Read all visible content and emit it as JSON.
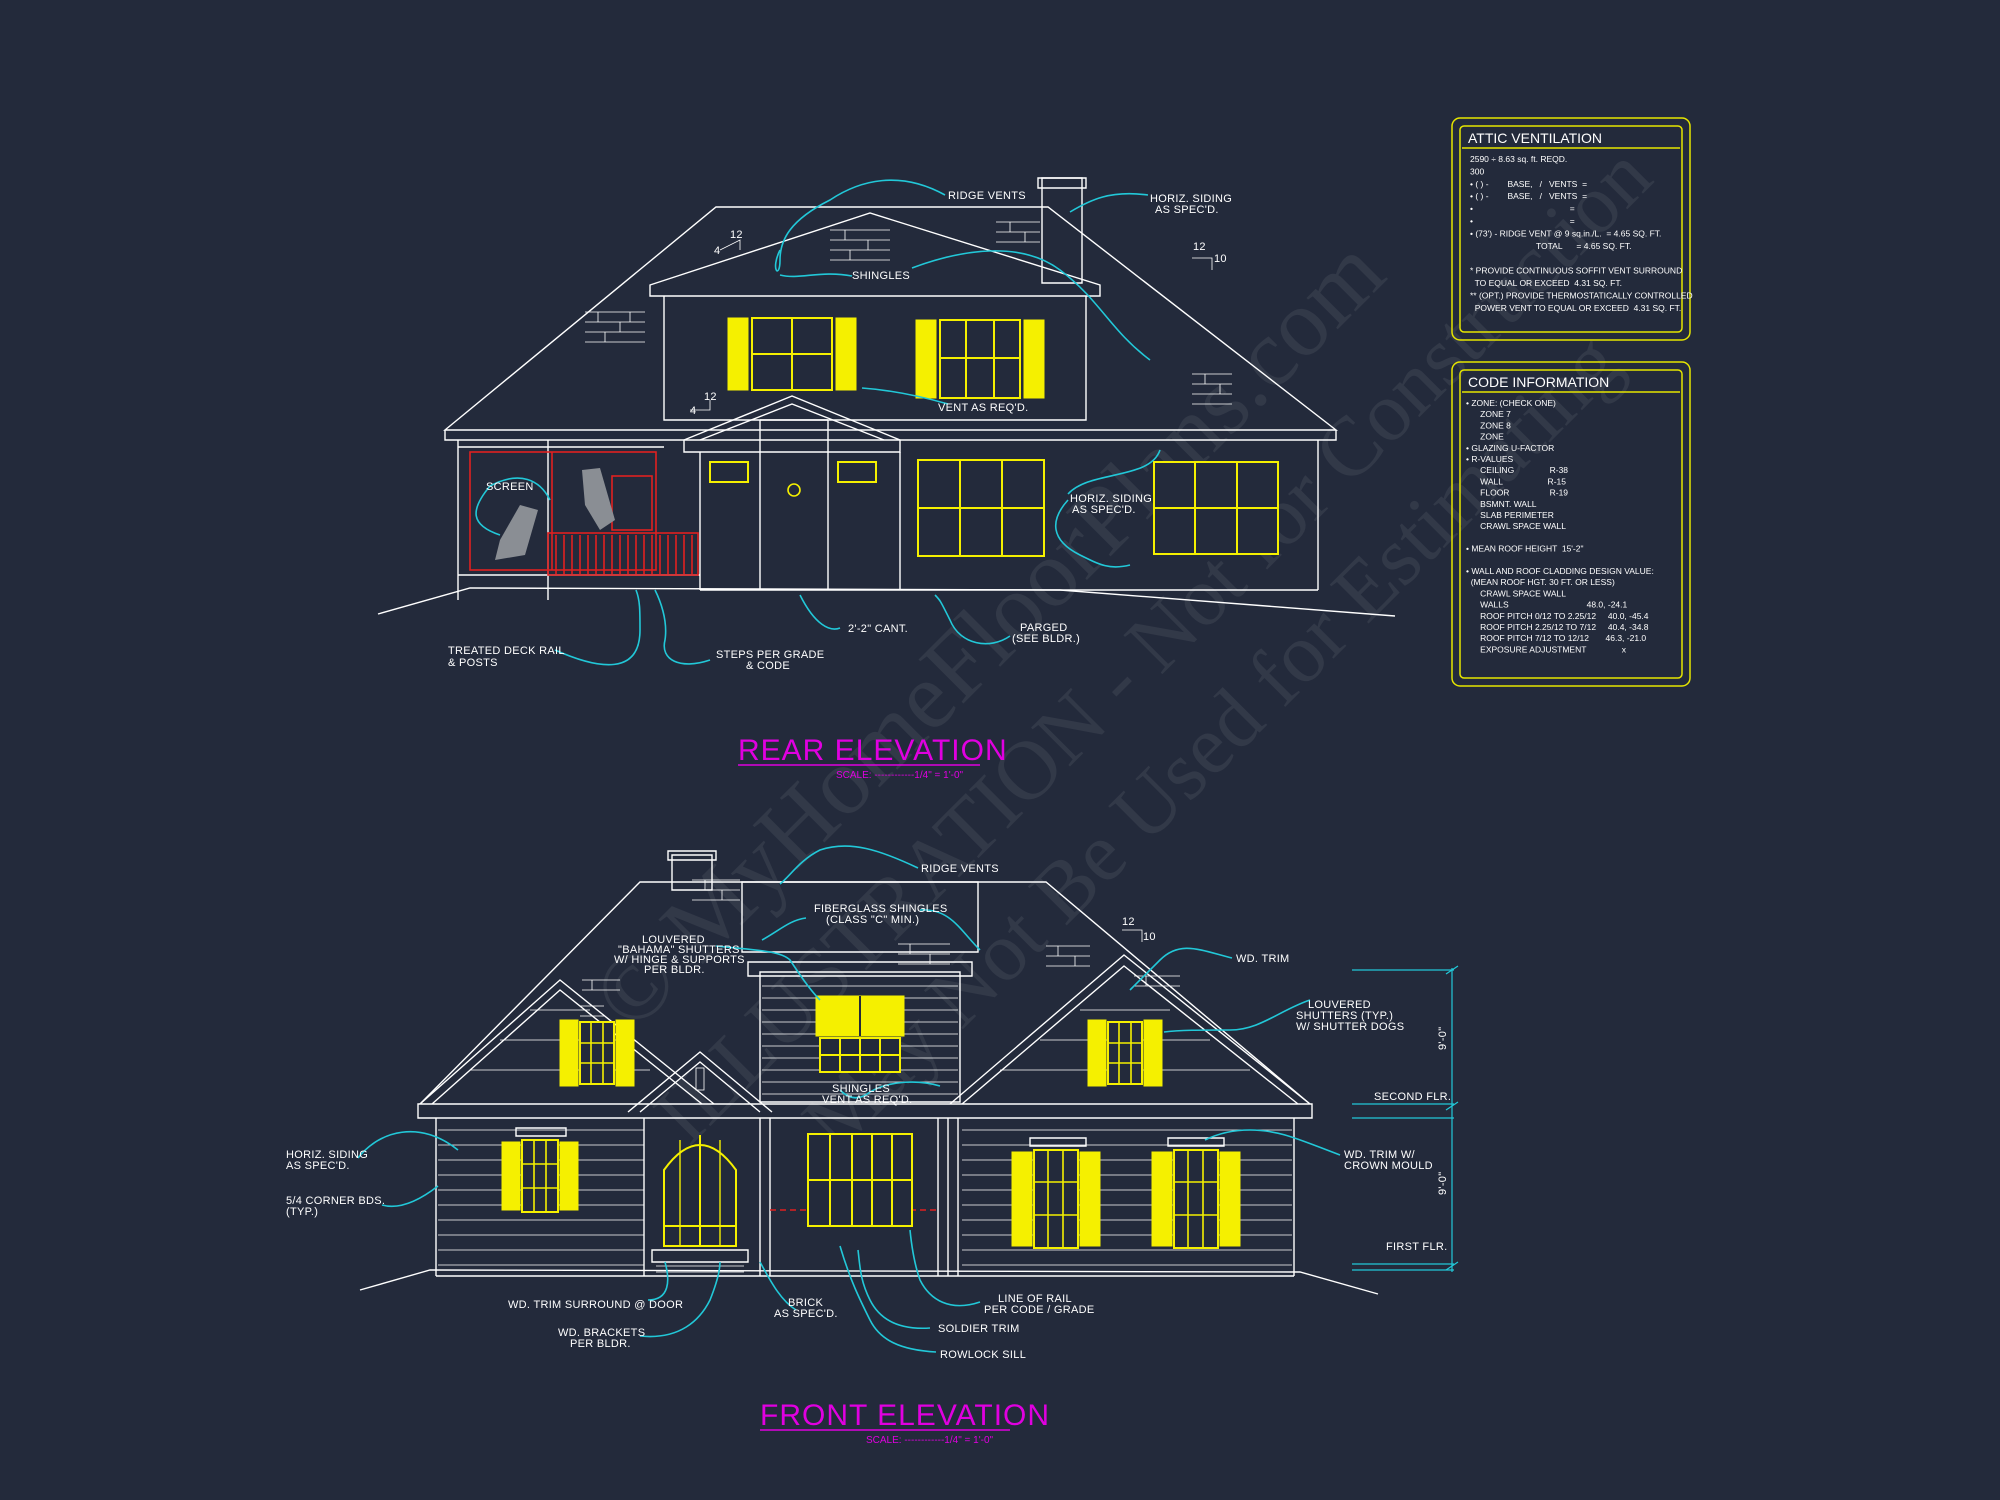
{
  "watermark": {
    "line1": "© MyHomeFloorPlans.com",
    "line2": "ILLUSTRATION - Not for Construction",
    "line3": "May Not Be Used for Estimating"
  },
  "rear_elevation": {
    "title": "REAR ELEVATION",
    "scale": "SCALE: ------------1/4\" = 1'-0\"",
    "labels": {
      "ridge_vents": "RIDGE VENTS",
      "horiz_siding_1": "HORIZ. SIDING",
      "horiz_siding_1b": "AS SPEC'D.",
      "shingles": "SHINGLES",
      "vent": "VENT AS REQ'D.",
      "screen": "SCREEN",
      "horiz_siding_2": "HORIZ. SIDING",
      "horiz_siding_2b": "AS SPEC'D.",
      "cant": "2'-2\" CANT.",
      "parged": "PARGED",
      "parged_b": "(SEE BLDR.)",
      "deck_rail": "TREATED DECK RAIL",
      "deck_rail_b": "& POSTS",
      "steps": "STEPS PER GRADE",
      "steps_b": "& CODE",
      "pitch_a_top": "12",
      "pitch_a_side": "4",
      "pitch_b_top": "12",
      "pitch_b_side": "10",
      "pitch_c_top": "12",
      "pitch_c_side": "4"
    }
  },
  "front_elevation": {
    "title": "FRONT ELEVATION",
    "scale": "SCALE: ------------1/4\" = 1'-0\"",
    "labels": {
      "ridge_vents": "RIDGE VENTS",
      "fiberglass": "FIBERGLASS SHINGLES",
      "fiberglass_b": "(CLASS \"C\" MIN.)",
      "louvered_1": "LOUVERED",
      "louvered_2": "\"BAHAMA\" SHUTTERS",
      "louvered_3": "W/ HINGE & SUPPORTS",
      "louvered_4": "PER BLDR.",
      "wd_trim": "WD. TRIM",
      "lshutters_1": "LOUVERED",
      "lshutters_2": "SHUTTERS (TYP.)",
      "lshutters_3": "W/ SHUTTER DOGS",
      "shingles_1": "SHINGLES",
      "shingles_2": "VENT AS REQ'D.",
      "horiz_siding": "HORIZ. SIDING",
      "horiz_siding_b": "AS SPEC'D.",
      "corner_1": "5/4 CORNER BDS.",
      "corner_2": "(TYP.)",
      "crown_1": "WD. TRIM W/",
      "crown_2": "CROWN MOULD",
      "trim_door": "WD. TRIM SURROUND @ DOOR",
      "brackets_1": "WD. BRACKETS",
      "brackets_2": "PER BLDR.",
      "brick_1": "BRICK",
      "brick_2": "AS SPEC'D.",
      "rail_1": "LINE OF RAIL",
      "rail_2": "PER CODE / GRADE",
      "soldier": "SOLDIER TRIM",
      "rowlock": "ROWLOCK SILL",
      "second_flr": "SECOND FLR.",
      "first_flr": "FIRST FLR.",
      "dim_upper": "9'-0\"",
      "dim_lower": "9'-0\"",
      "pitch_top": "12",
      "pitch_side": "10"
    }
  },
  "attic_ventilation": {
    "title": "ATTIC VENTILATION",
    "lines": [
      "2590 ÷ 8.63 sq. ft. REQD.",
      "300",
      "• ( ) -        BASE,   /   VENTS  =",
      "• ( ) -        BASE,   /   VENTS  =",
      "•                                         =",
      "•                                         =",
      "• (73') - RIDGE VENT @ 9 sq.in./L.  = 4.65 SQ. FT.",
      "                            TOTAL      = 4.65 SQ. FT.",
      "",
      "* PROVIDE CONTINUOUS SOFFIT VENT SURROUND",
      "  TO EQUAL OR EXCEED  4.31 SQ. FT.",
      "** (OPT.) PROVIDE THERMOSTATICALLY CONTROLLED",
      "  POWER VENT TO EQUAL OR EXCEED  4.31 SQ. FT."
    ]
  },
  "code_information": {
    "title": "CODE INFORMATION",
    "lines": [
      "• ZONE: (CHECK ONE)",
      "      ZONE 7",
      "      ZONE 8",
      "      ZONE",
      "• GLAZING U-FACTOR",
      "• R-VALUES",
      "      CEILING               R-38",
      "      WALL                   R-15",
      "      FLOOR                 R-19",
      "      BSMNT. WALL",
      "      SLAB PERIMETER",
      "      CRAWL SPACE WALL",
      "",
      "• MEAN ROOF HEIGHT  15'-2\"",
      "",
      "• WALL AND ROOF CLADDING DESIGN VALUE:",
      "  (MEAN ROOF HGT. 30 FT. OR LESS)",
      "      CRAWL SPACE WALL",
      "      WALLS                                 48.0, -24.1",
      "      ROOF PITCH 0/12 TO 2.25/12     40.0, -45.4",
      "      ROOF PITCH 2.25/12 TO 7/12     40.4, -34.8",
      "      ROOF PITCH 7/12 TO 12/12       46.3, -21.0",
      "      EXPOSURE ADJUSTMENT               x"
    ]
  }
}
